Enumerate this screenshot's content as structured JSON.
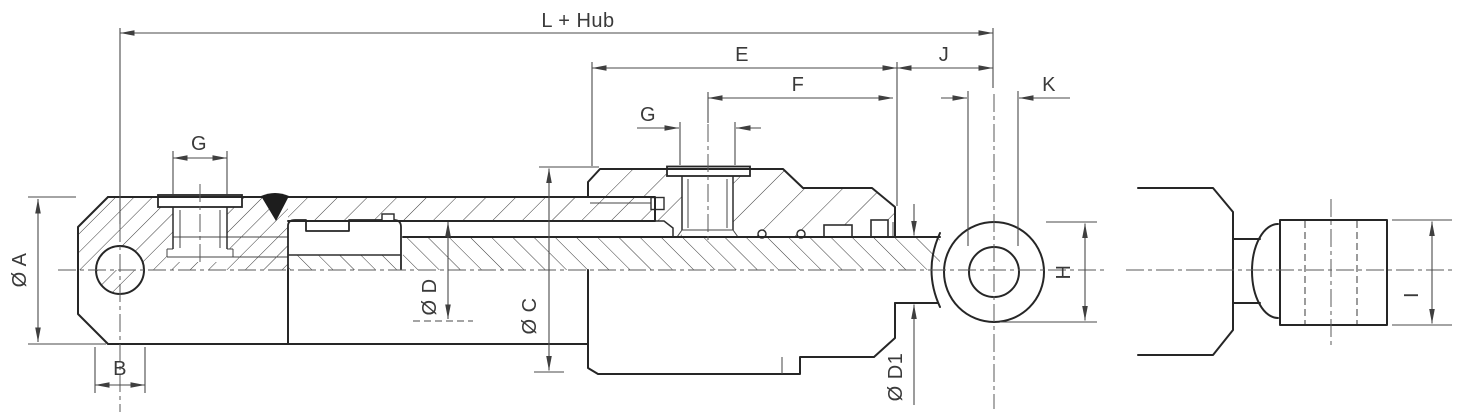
{
  "drawing": {
    "labels": {
      "total_length": "L + Hub",
      "e": "E",
      "f": "F",
      "g_left": "G",
      "g_right": "G",
      "j": "J",
      "k": "K",
      "h": "H",
      "i": "I",
      "dia_a": "Ø A",
      "b": "B",
      "dia_d": "Ø D",
      "dia_c": "Ø C",
      "dia_d1": "Ø D1"
    },
    "colors": {
      "outline": "#262626",
      "dimension_lines": "#4a4a4a",
      "label_text": "#3a3a3a",
      "weld_symbol": "#1d1d1d",
      "background": "#ffffff"
    }
  }
}
